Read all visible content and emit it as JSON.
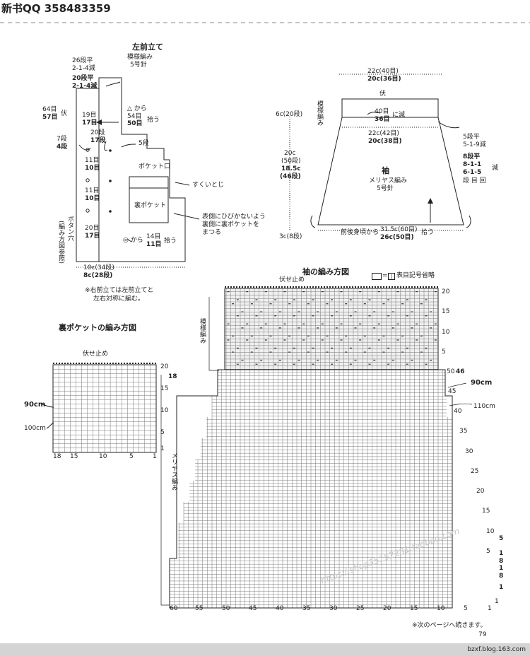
{
  "header": {
    "title": "新书QQ 358483359"
  },
  "front": {
    "title": "左前立て",
    "pattern": "模様編み",
    "needle": "5号針",
    "l_26": "26段平",
    "l_214a": "2-1-4減",
    "l_20": "20段平",
    "l_214b": "2-1-4減",
    "l_64": "64目",
    "l_57": "57目",
    "l_fuku": "伏",
    "l_19": "19目",
    "l_17a": "17目",
    "l_triangle": "△ から",
    "l_54": "54目",
    "l_50": "50目",
    "l_hirou1": "拾う",
    "l_7dan": "7段",
    "l_4dan": "4段",
    "l_20dan": "20段",
    "l_17dan": "17段",
    "l_5dan": "5段",
    "l_11a": "11目",
    "l_10a": "10目",
    "l_pocketmouth": "ポケット口",
    "l_sukui": "すくいとじ",
    "l_11b": "11目",
    "l_10b": "10目",
    "l_urapocket": "裏ポケット",
    "l_note1": "表側にひびかないよう",
    "l_note2": "裏側に裏ポケットを",
    "l_note3": "まつる",
    "l_20c": "20目",
    "l_17c": "17目",
    "l_circle": "◎ から",
    "l_14": "14目",
    "l_11c": "11目",
    "l_hirou2": "拾う",
    "l_button": "ボタン穴",
    "l_buttonref": "(編み方図参照)",
    "l_10c": "10c(34段)",
    "l_8c": "8c(28段)",
    "note_a": "※右前立ては左前立てと",
    "note_b": "左右対称に編む。"
  },
  "sleeve_diagram": {
    "top1": "22c(40目)",
    "top2": "20c(36目)",
    "fuku": "伏",
    "pattern_v": "模様編み",
    "dec1": "40目",
    "dec2": "36目",
    "dec3": "に減",
    "left6c": "6c(20段)",
    "mid1": "22c(42目)",
    "mid2": "20c(38目)",
    "r1": "5段平",
    "r2": "5-1-9減",
    "r3": "8段平",
    "r4": "8-1-1",
    "r5": "6-1-5",
    "r6": "減",
    "r7": "段 目 回",
    "len1": "20c",
    "len2": "(50段)",
    "len3": "18.5c",
    "len4": "(46段)",
    "name": "袖",
    "st": "メリヤス編み",
    "needle": "5号針",
    "left3c": "3c(8段)",
    "bot_from": "前後身頃から",
    "bot1": "31.5c(60目)",
    "bot2": "26c(50目)",
    "bot_hirou": "拾う"
  },
  "pocket_chart": {
    "title": "裏ポケットの編み方図",
    "bindoff": "伏せ止め",
    "label90": "90cm",
    "label100": "100cm",
    "rows_right": [
      "20",
      "15",
      "10",
      "5",
      "1"
    ],
    "right_18": "18",
    "cols_bottom": [
      "18",
      "15",
      "10",
      "5",
      "1"
    ]
  },
  "sleeve_chart": {
    "title": "袖の編み方図",
    "legend": "表目記号省略",
    "legend_sym": "=",
    "bindoff": "伏せ止め",
    "pattern_v": "模様編み",
    "meriyasu_v": "メリヤス編み",
    "rows_top": [
      "20",
      "15",
      "10",
      "5"
    ],
    "row50": "50",
    "row46": "46",
    "label90": "90cm",
    "label110": "110cm",
    "rows_side": [
      "45",
      "40",
      "35",
      "30",
      "25",
      "20",
      "15",
      "10",
      "5",
      "1"
    ],
    "extra_right": [
      "5",
      "1",
      "8",
      "1",
      "8",
      "1"
    ],
    "cols_bottom": [
      "60",
      "55",
      "50",
      "45",
      "40",
      "35",
      "30",
      "25",
      "20",
      "15",
      "10",
      "5",
      "1"
    ],
    "next": "※次のページへ続きます。",
    "page": "79"
  },
  "watermark": "https://shop35152281.taobao.com",
  "footer": {
    "blog": "bzxf.blog.163.com"
  }
}
